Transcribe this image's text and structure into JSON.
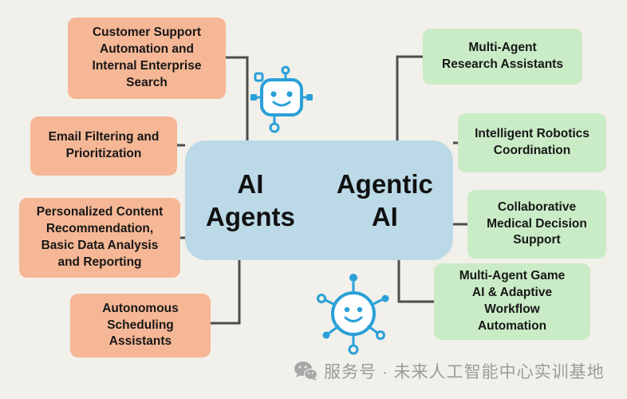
{
  "colors": {
    "background": "#f2f0ea",
    "left_box": "#f5b795",
    "right_box": "#c9ecc6",
    "center_box": "#bcd9e7",
    "connector": "#4d4d4d",
    "icon_blue": "#2aa0d8",
    "watermark": "#9b9b9b"
  },
  "center": {
    "left_label": "AI Agents",
    "right_label": "Agentic AI"
  },
  "left_boxes": [
    {
      "text": "Customer Support\nAutomation and\nInternal Enterprise\nSearch"
    },
    {
      "text": "Email Filtering and\nPrioritization"
    },
    {
      "text": "Personalized Content\nRecommendation,\nBasic Data Analysis\nand Reporting"
    },
    {
      "text": "Autonomous\nScheduling\nAssistants"
    }
  ],
  "right_boxes": [
    {
      "text": "Multi-Agent\nResearch Assistants"
    },
    {
      "text": "Intelligent Robotics\nCoordination"
    },
    {
      "text": "Collaborative\nMedical Decision\nSupport"
    },
    {
      "text": "Multi-Agent Game\nAI & Adaptive\nWorkflow\nAutomation"
    }
  ],
  "icons": {
    "top": "robot-chip-icon",
    "bottom": "network-smiley-icon"
  },
  "watermark": {
    "text": "服务号 · 未来人工智能中心实训基地"
  }
}
